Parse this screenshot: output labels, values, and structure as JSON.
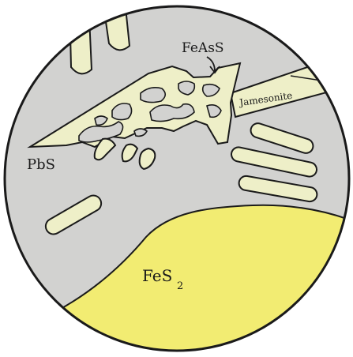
{
  "labels": {
    "arsenopyrite": "FeAsS",
    "jamesonite": "Jamesonite",
    "galena": "PbS",
    "pyrite_main": "FeS",
    "pyrite_sub": "2"
  },
  "colors": {
    "background": "#ffffff",
    "galena_gray": "#d2d2d0",
    "pale_mineral": "#eeefc8",
    "pyrite_yellow": "#f2ec72",
    "outline": "#1a1a1a"
  }
}
